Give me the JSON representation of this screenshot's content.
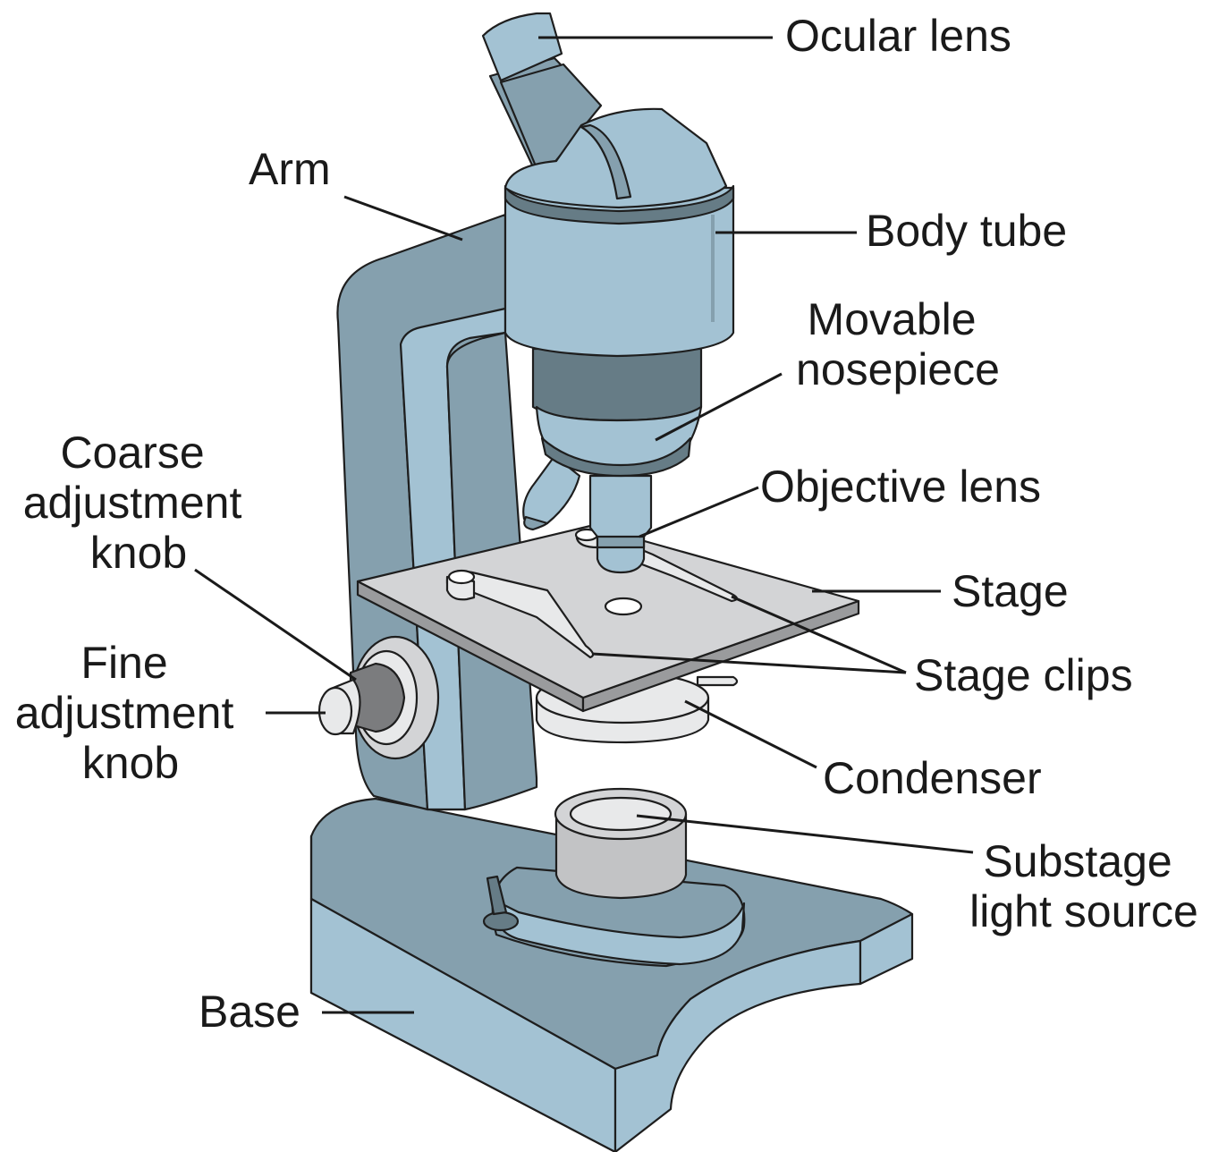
{
  "colors": {
    "light_blue": "#a3c2d3",
    "mid_blue": "#85a0ae",
    "dark_blue": "#667c86",
    "stage_gray": "#d3d4d6",
    "light_gray": "#e8e9ea",
    "knob_gray": "#7b7c7e",
    "outline": "#1e1e1e"
  },
  "labels": {
    "ocular_lens": "Ocular lens",
    "arm": "Arm",
    "body_tube": "Body tube",
    "movable_nosepiece": [
      "Movable",
      "nosepiece"
    ],
    "coarse_adjustment_knob": [
      "Coarse",
      "adjustment",
      "knob"
    ],
    "objective_lens": "Objective lens",
    "stage": "Stage",
    "fine_adjustment_knob": [
      "Fine",
      "adjustment",
      "knob"
    ],
    "stage_clips": "Stage clips",
    "condenser": "Condenser",
    "substage_light_source": [
      "Substage",
      "light source"
    ],
    "base": "Base"
  }
}
